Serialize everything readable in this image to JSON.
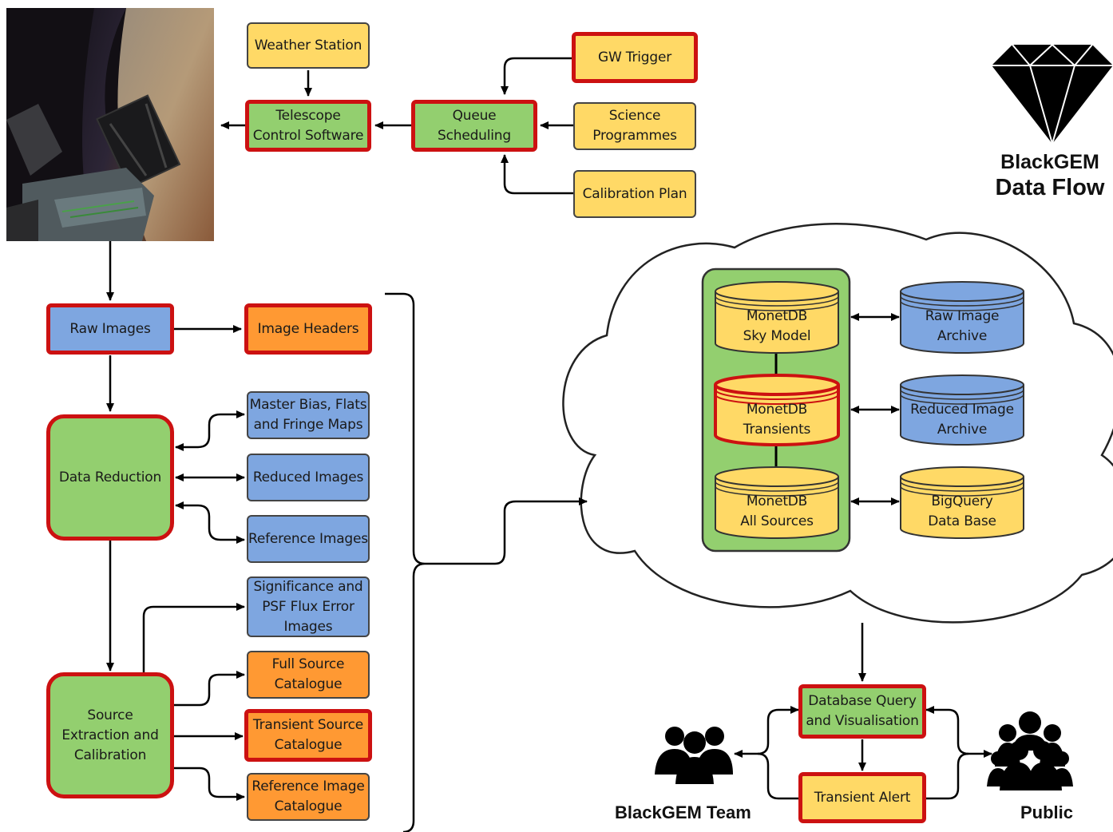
{
  "title": {
    "line1": "BlackGEM",
    "line2": "Data Flow"
  },
  "nodes": {
    "weather_station": "Weather Station",
    "gw_trigger": "GW Trigger",
    "telescope_control": "Telescope\nControl Software",
    "queue_scheduling": "Queue\nScheduling",
    "science_programmes": "Science\nProgrammes",
    "calibration_plan": "Calibration Plan",
    "raw_images": "Raw Images",
    "image_headers": "Image Headers",
    "data_reduction": "Data Reduction",
    "master_bias": "Master Bias, Flats\nand Fringe Maps",
    "reduced_images": "Reduced Images",
    "reference_images": "Reference Images",
    "significance": "Significance and\nPSF Flux Error\nImages",
    "source_extraction": "Source\nExtraction and\nCalibration",
    "full_source": "Full Source\nCatalogue",
    "transient_source": "Transient Source\nCatalogue",
    "reference_image_cat": "Reference Image\nCatalogue",
    "db_query": "Database Query\nand Visualisation",
    "transient_alert": "Transient Alert"
  },
  "databases": {
    "sky_model": "MonetDB\nSky Model",
    "transients": "MonetDB\nTransients",
    "all_sources": "MonetDB\nAll Sources",
    "raw_archive": "Raw Image\nArchive",
    "reduced_archive": "Reduced Image\nArchive",
    "bigquery": "BigQuery\nData Base"
  },
  "labels": {
    "team": "BlackGEM Team",
    "public": "Public"
  },
  "colors": {
    "yellow": "#ffd966",
    "green": "#93cf6f",
    "blue": "#7ea6e0",
    "orange": "#ff9933",
    "highlight_border": "#cc1111"
  },
  "icons": [
    "telescope-photo",
    "diamond-logo-icon",
    "team-people-icon",
    "public-people-icon",
    "cloud-shape"
  ]
}
